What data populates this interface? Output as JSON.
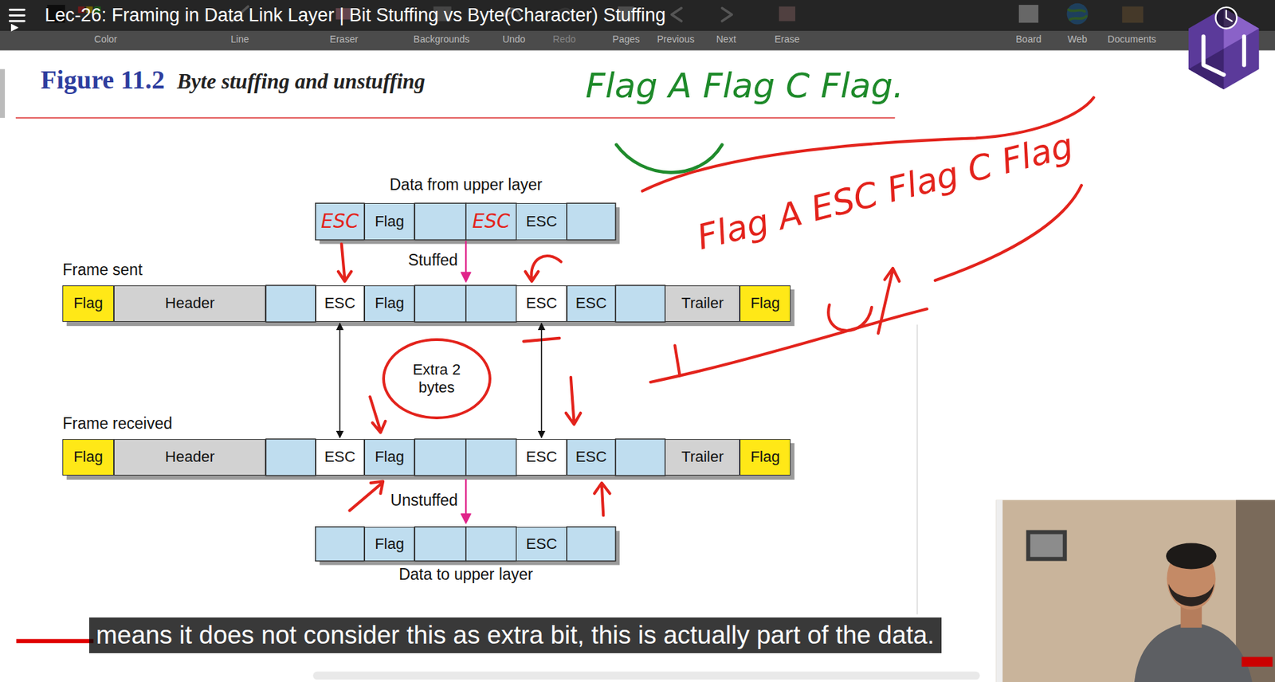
{
  "diagram": {
    "title": "Lec-26: Framing in Data Link Layer | Bit Stuffing vs Byte(Character) Stuffing",
    "caption": "means it does not consider this as extra bit, this is actually part of the data.",
    "nodes": [
      {
        "text": [
          "Flag"
        ]
      },
      {
        "text": [
          "ESC"
        ]
      },
      {
        "text": [
          "Flag"
        ]
      },
      {
        "text": [
          "Header"
        ]
      },
      {
        "text": [
          "ESC"
        ]
      },
      {
        "text": [
          "Flag"
        ]
      },
      {
        "text": [
          "ESC"
        ]
      },
      {
        "text": [
          "ESC"
        ]
      },
      {
        "text": [
          "Trailer"
        ]
      },
      {
        "text": [
          "Flag"
        ]
      },
      {
        "text": [
          "Extra 2 bytes"
        ]
      },
      {
        "text": [
          "Flag"
        ]
      },
      {
        "text": [
          "Header"
        ]
      },
      {
        "text": [
          "ESC"
        ]
      },
      {
        "text": [
          "Flag"
        ]
      },
      {
        "text": [
          "ESC"
        ]
      },
      {
        "text": [
          "ESC"
        ]
      },
      {
        "text": [
          "Trailer"
        ]
      },
      {
        "text": [
          "Flag"
        ]
      },
      {
        "text": [
          "Flag"
        ]
      },
      {
        "text": [
          "ESC"
        ]
      }
    ],
    "edges": [
      {
        "from": 4,
        "to": 13,
        "arrow": "both"
      },
      {
        "from": 6,
        "to": 15,
        "arrow": "both"
      }
    ],
    "labels": [
      "Color",
      "Line",
      "Eraser",
      "Backgrounds",
      "Undo",
      "Redo",
      "Pages",
      "Previous",
      "Next",
      "Erase",
      "Board",
      "Web",
      "Documents",
      "Figure 11.2",
      "Byte stuffing and unstuffing",
      "Flag A Flag C Flag.",
      "Data from upper layer",
      "ESC",
      "ESC",
      "Flag A ESC Flag C Flag",
      "Stuffed",
      "Frame sent",
      "Frame received",
      "Unstuffed",
      "Data to upper layer"
    ]
  }
}
